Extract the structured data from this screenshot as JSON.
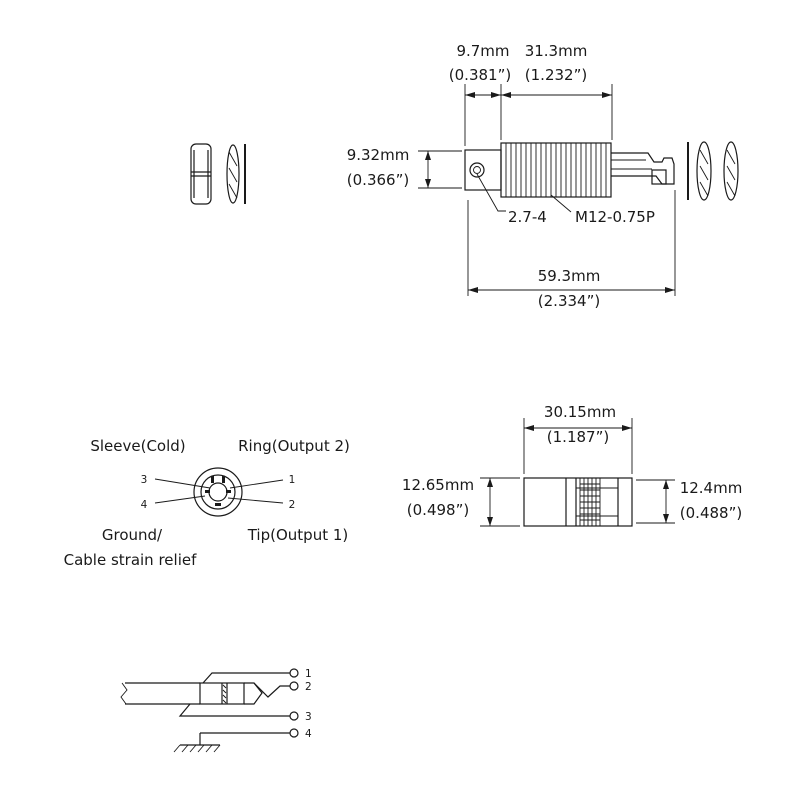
{
  "dimensions": {
    "shaft_length": {
      "mm": "9.7mm",
      "in": "(0.381”)"
    },
    "body_length": {
      "mm": "31.3mm",
      "in": "(1.232”)"
    },
    "body_diameter": {
      "mm": "9.32mm",
      "in": "(0.366”)"
    },
    "total_length": {
      "mm": "59.3mm",
      "in": "(2.334”)"
    },
    "plug_length": {
      "mm": "30.15mm",
      "in": "(1.187”)"
    },
    "plug_left_height": {
      "mm": "12.65mm",
      "in": "(0.498”)"
    },
    "plug_right_height": {
      "mm": "12.4mm",
      "in": "(0.488”)"
    }
  },
  "callouts": {
    "screw_hole": "2.7-4",
    "thread": "M12-0.75P"
  },
  "pinout": {
    "sleeve": "Sleeve(Cold)",
    "ring": "Ring(Output 2)",
    "tip": "Tip(Output 1)",
    "ground_line1": "Ground/",
    "ground_line2": "Cable strain relief",
    "pin1": "1",
    "pin2": "2",
    "pin3": "3",
    "pin4": "4"
  },
  "schematic": {
    "pin1": "1",
    "pin2": "2",
    "pin3": "3",
    "pin4": "4"
  }
}
